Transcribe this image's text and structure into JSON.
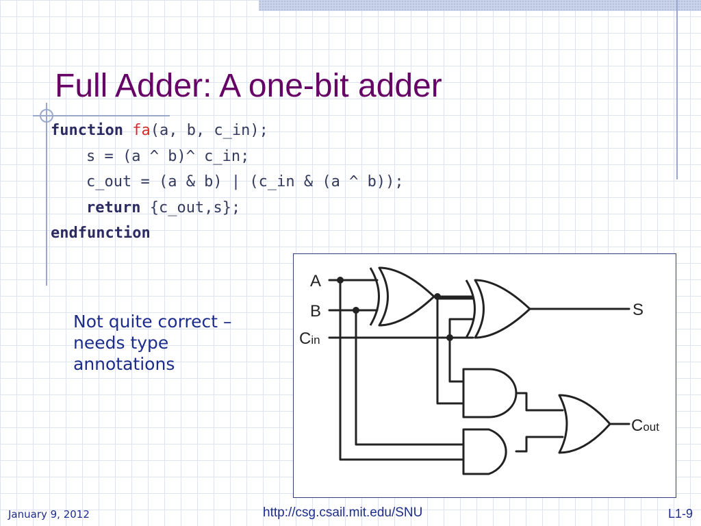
{
  "slide": {
    "title": "Full Adder: A one-bit adder",
    "code": {
      "line1": {
        "keyword": "function",
        "name": "fa",
        "rest": "(a, b, c_in);"
      },
      "line2": "s = (a ^ b)^ c_in;",
      "line3": "c_out = (a & b) | (c_in & (a ^ b));",
      "line4": {
        "keyword": "return",
        "rest": "{c_out,s};"
      },
      "line5": {
        "keyword": "endfunction"
      }
    },
    "note": "Not quite correct –\nneeds type\nannotations",
    "diagram": {
      "input_a": "A",
      "input_b": "B",
      "input_c_main": "C",
      "input_c_sub": "in",
      "output_s": "S",
      "output_c_main": "C",
      "output_c_sub": "out"
    }
  },
  "footer": {
    "date": "January 9, 2012",
    "url": "http://csg.csail.mit.edu/SNU",
    "page": "L1-9"
  },
  "colors": {
    "title": "#660066",
    "keyword": "#2b2b62",
    "function_name": "#d42a2a",
    "note": "#1c2c8a",
    "grid": "#dde3f0"
  }
}
